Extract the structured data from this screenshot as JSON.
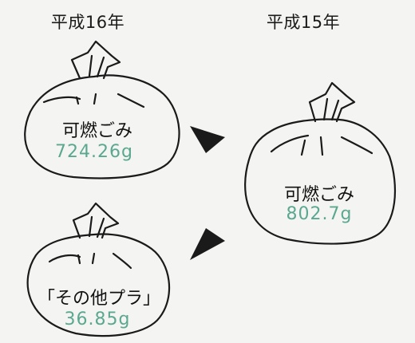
{
  "years": {
    "left": "平成16年",
    "right": "平成15年"
  },
  "bags": {
    "h16_burnable": {
      "name": "可燃ごみ",
      "value": "724.26g"
    },
    "h16_plastic": {
      "name": "「その他プラ」",
      "value": "36.85g"
    },
    "h15_burnable": {
      "name": "可燃ごみ",
      "value": "802.7g"
    }
  },
  "colors": {
    "value_text": "#5aa890",
    "outline": "#1a1a1a",
    "background": "#f4f4f2"
  },
  "icons": [
    "garbage-bag-icon",
    "arrow-triangle-icon"
  ]
}
